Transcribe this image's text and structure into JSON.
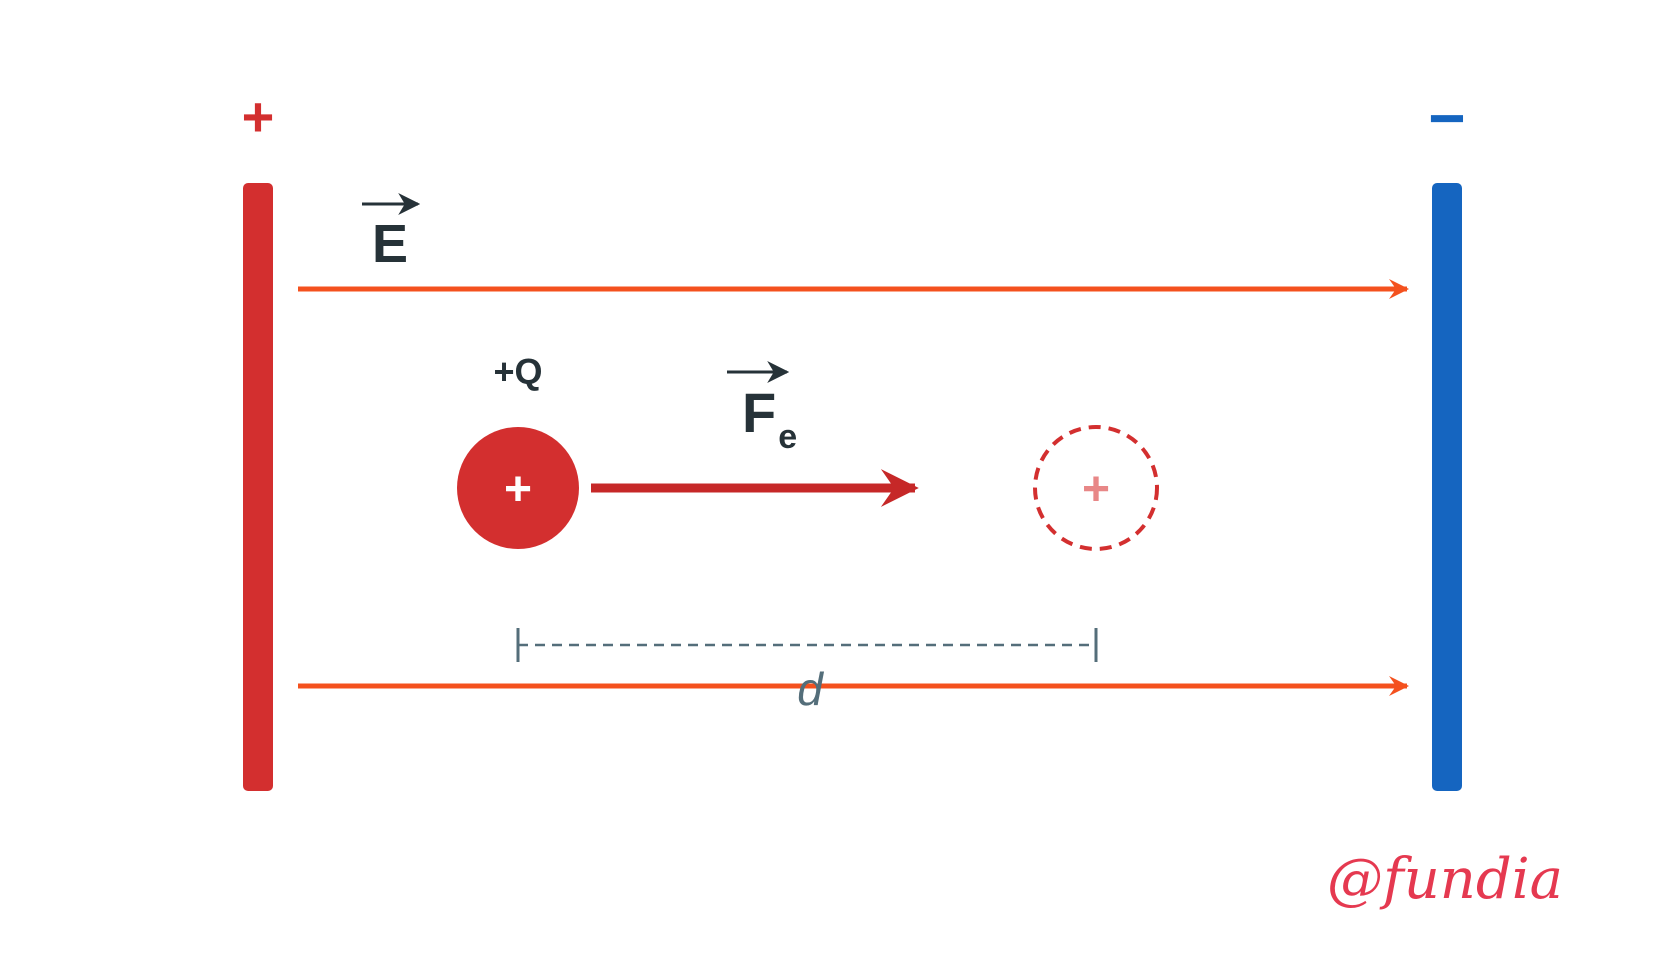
{
  "colors": {
    "positive_plate": "#d32f2f",
    "negative_plate": "#1565c0",
    "field_line": "#f4511e",
    "force_arrow": "#c62828",
    "label_text": "#263238",
    "distance_line": "#546e7a",
    "ghost_charge": "#e57373",
    "watermark": "#e53950"
  },
  "positive_plate": {
    "sign": "+"
  },
  "negative_plate": {
    "sign": "−"
  },
  "field": {
    "label": "E"
  },
  "charge": {
    "label": "+Q",
    "symbol": "+"
  },
  "ghost_charge": {
    "symbol": "+"
  },
  "force": {
    "label": "F",
    "subscript": "e"
  },
  "distance": {
    "label": "d"
  },
  "watermark": {
    "text": "@fundia"
  }
}
